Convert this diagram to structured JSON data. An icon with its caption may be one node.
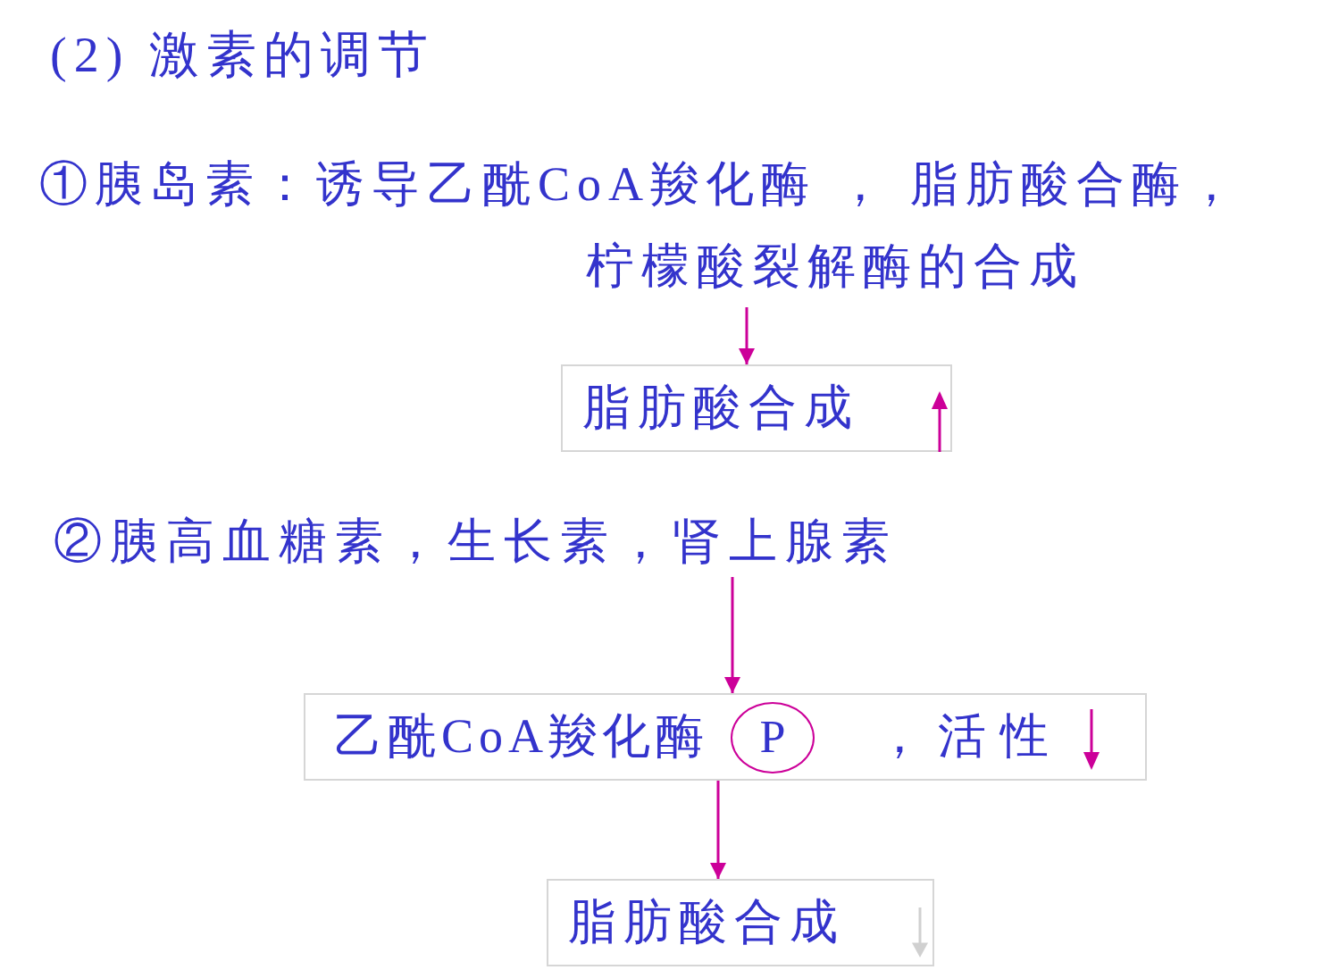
{
  "diagram": {
    "title": "(2) 激素的调节",
    "nodes": [
      {
        "text": [
          "①胰岛素：诱导乙酰CoA羧化酶 ， 脂肪酸合酶，柠檬酸裂解酶的合成"
        ]
      },
      {
        "text": [
          "脂肪酸合成"
        ]
      },
      {
        "text": [
          "②胰高血糖素，生长素，肾上腺素"
        ]
      },
      {
        "text": [
          "乙酰CoA羧化酶",
          "，活性"
        ]
      },
      {
        "text": [
          "P"
        ],
        "in": 3
      },
      {
        "text": [
          "脂肪酸合成"
        ]
      }
    ],
    "edges": [
      {
        "from": 0,
        "to": 1,
        "arrow": "to"
      },
      {
        "from": 2,
        "to": 3,
        "arrow": "to"
      },
      {
        "from": 3,
        "to": 5,
        "arrow": "to"
      }
    ]
  }
}
